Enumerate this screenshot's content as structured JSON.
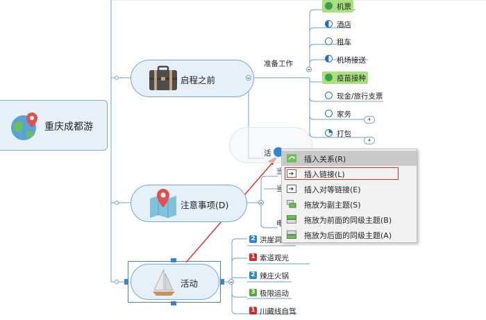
{
  "root": {
    "label": "重庆成都游"
  },
  "branches": {
    "trip": {
      "label": "启程之前",
      "sub_label": "准备工作"
    },
    "notes": {
      "label": "注意事项(D)"
    },
    "activity": {
      "label": "活动"
    }
  },
  "prep_items": [
    {
      "label": "机票",
      "status": "done"
    },
    {
      "label": "酒店",
      "status": "half"
    },
    {
      "label": "租车",
      "status": "empty"
    },
    {
      "label": "机场接送",
      "status": "half"
    },
    {
      "label": "疫苗接种",
      "status": "done"
    },
    {
      "label": "现金/旅行支票",
      "status": "empty"
    },
    {
      "label": "家务",
      "status": "empty",
      "count": "4"
    },
    {
      "label": "打包",
      "status": "quarter",
      "count": "4"
    }
  ],
  "hidden_sub_label": "活",
  "notes_partial": [
    "当",
    "当",
    "电"
  ],
  "activity_items": [
    {
      "label": "洪崖洞",
      "badge": "2",
      "badge_color": "#2f86d6"
    },
    {
      "label": "索道观光",
      "badge": "1",
      "badge_color": "#d42a2a"
    },
    {
      "label": "辣庄火锅",
      "badge": "2",
      "badge_color": "#2f86d6"
    },
    {
      "label": "极限运动",
      "badge": "3",
      "badge_color": "#5aa83c"
    },
    {
      "label": "川藏线自驾",
      "badge": "1",
      "badge_color": "#d42a2a"
    }
  ],
  "context_menu": {
    "items": [
      {
        "label": "插入关系(R)",
        "icon": "relationship-icon"
      },
      {
        "label": "插入链接(L)",
        "icon": "link-icon"
      },
      {
        "label": "插入对等链接(E)",
        "icon": "peer-link-icon"
      },
      {
        "label": "拖放为副主题(S)",
        "icon": "subtopic-icon"
      },
      {
        "label": "拖放为前面的同级主题(B)",
        "icon": "sibling-before-icon"
      },
      {
        "label": "拖放为后面的同级主题(A)",
        "icon": "sibling-after-icon"
      }
    ]
  },
  "colors": {
    "line": "#6b9fd0",
    "highlight": "#a8e07f",
    "done_green": "#3aa14a",
    "arrow_red": "#e03030",
    "menu_hover": "#c9c9c9"
  }
}
